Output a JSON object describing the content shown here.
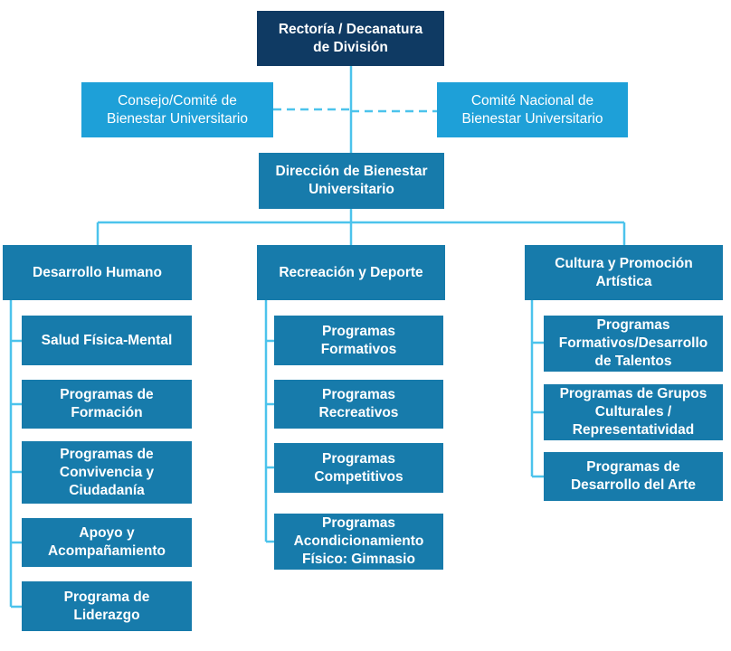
{
  "title": "Organigrama Bienestar Universitario",
  "colors": {
    "top": "#0f3a63",
    "advisory": "#1ea0d8",
    "unit": "#177bab",
    "connector": "#4cc3ec"
  },
  "top": {
    "label": "Rectoría / Decanatura\nde División"
  },
  "advisory": [
    {
      "label": "Consejo/Comité de\nBienestar Universitario"
    },
    {
      "label": "Comité Nacional de\nBienestar Universitario"
    }
  ],
  "direction": {
    "label": "Dirección de Bienestar\nUniversitario"
  },
  "areas": [
    {
      "label": "Desarrollo Humano",
      "programs": [
        {
          "label": "Salud Física-Mental"
        },
        {
          "label": "Programas de\nFormación"
        },
        {
          "label": "Programas de\nConvivencia y\nCiudadanía"
        },
        {
          "label": "Apoyo y\nAcompañamiento"
        },
        {
          "label": "Programa de\nLiderazgo"
        }
      ]
    },
    {
      "label": "Recreación y Deporte",
      "programs": [
        {
          "label": "Programas\nFormativos"
        },
        {
          "label": "Programas\nRecreativos"
        },
        {
          "label": "Programas\nCompetitivos"
        },
        {
          "label": "Programas\nAcondicionamiento\nFísico: Gimnasio"
        }
      ]
    },
    {
      "label": "Cultura y Promoción\nArtística",
      "programs": [
        {
          "label": "Programas\nFormativos/Desarrollo\nde Talentos"
        },
        {
          "label": "Programas de Grupos\nCulturales /\nRepresentatividad"
        },
        {
          "label": "Programas de\nDesarrollo del Arte"
        }
      ]
    }
  ]
}
